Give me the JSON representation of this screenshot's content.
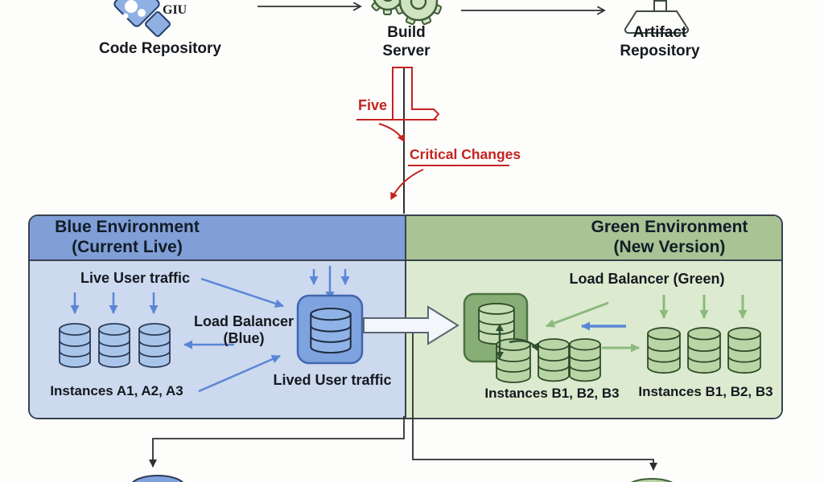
{
  "pipeline": {
    "code_repository": {
      "icon": "git-diamond-icon",
      "icon_text": "GIU",
      "label": "Code Repository"
    },
    "build_server": {
      "icon": "gears-icon",
      "label_line1": "Build",
      "label_line2": "Server"
    },
    "artifact_repository": {
      "icon": "repository-tray-icon",
      "label_line1": "Artifact",
      "label_line2": "Repository"
    }
  },
  "annotations": {
    "five": "Five",
    "critical_changes": "Critical Changes"
  },
  "blue_environment": {
    "title_line1": "Blue Environment",
    "title_line2": "(Current Live)",
    "live_user_traffic": "Live User traffic",
    "load_balancer_line1": "Load Balancer",
    "load_balancer_line2": "(Blue)",
    "lived_user_traffic": "Lived User traffic",
    "instances": "Instances A1, A2, A3",
    "instance_icon": "database-cylinder-icon"
  },
  "green_environment": {
    "title_line1": "Green Environment",
    "title_line2": "(New Version)",
    "load_balancer": "Load Balancer (Green)",
    "instances_left": "Instances B1, B2, B3",
    "instances_right": "Instances B1, B2, B3",
    "instance_icon": "database-cylinder-icon"
  },
  "colors": {
    "blue_header": "#7f9fd6",
    "blue_body": "#ccd9ee",
    "green_header": "#a9c395",
    "green_body": "#dcead0",
    "accent_blue": "#5b86d6",
    "accent_green": "#8cba7c",
    "accent_dark_green": "#2f5230",
    "annotation_red": "#c4231f",
    "line_dark": "#2f2f2f",
    "db_blue_fill": "#a9c6ea",
    "db_green_fill": "#b9d5a6",
    "load_balancer_blue_fill": "#7fa3de",
    "load_balancer_green_fill": "#88ae78"
  }
}
